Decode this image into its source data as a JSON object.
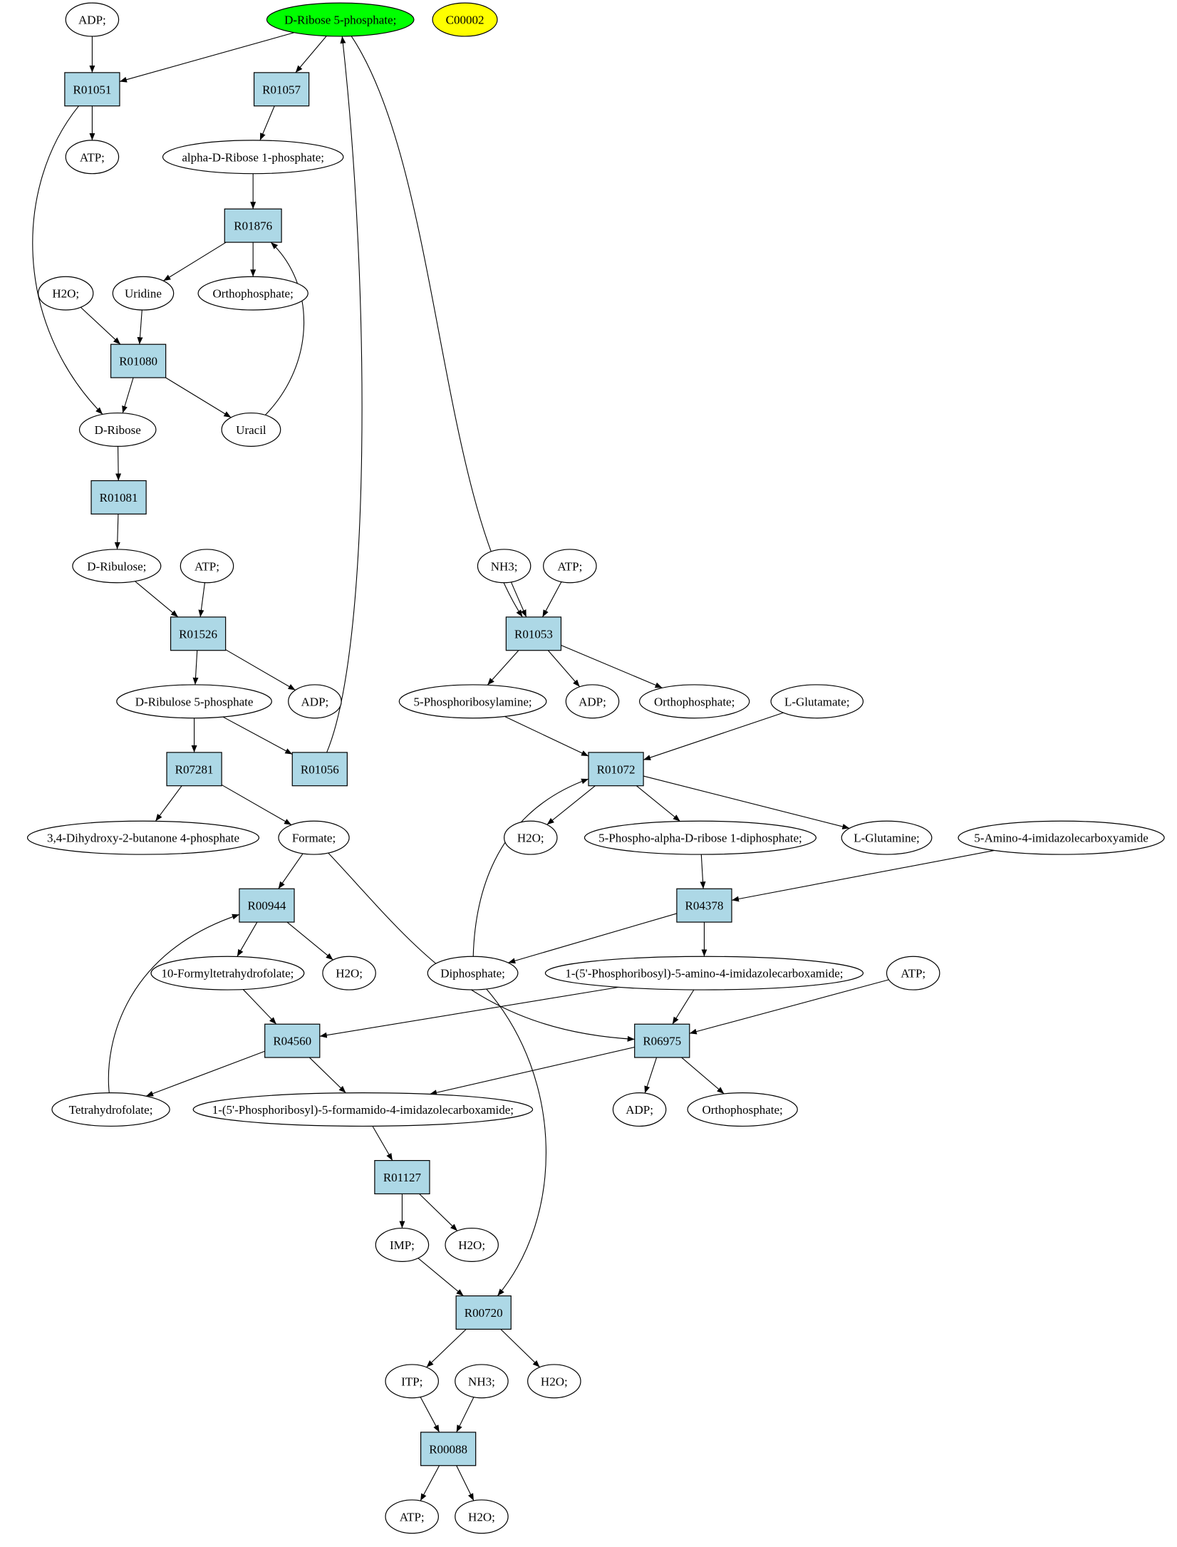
{
  "colors": {
    "highlight": "#00ff00",
    "legend": "#ffff00",
    "reaction": "#add8e6",
    "compound": "#ffffff"
  },
  "nodes": [
    {
      "id": "n_adp_top",
      "label": "ADP;",
      "type": "compound"
    },
    {
      "id": "n_r5p",
      "label": "D-Ribose 5-phosphate;",
      "type": "compound",
      "highlight": true
    },
    {
      "id": "n_c00002",
      "label": "C00002",
      "type": "legend"
    },
    {
      "id": "n_R01051",
      "label": "R01051",
      "type": "reaction"
    },
    {
      "id": "n_R01057",
      "label": "R01057",
      "type": "reaction"
    },
    {
      "id": "n_atp1",
      "label": "ATP;",
      "type": "compound"
    },
    {
      "id": "n_adr1p",
      "label": "alpha-D-Ribose 1-phosphate;",
      "type": "compound"
    },
    {
      "id": "n_R01876",
      "label": "R01876",
      "type": "reaction"
    },
    {
      "id": "n_h2o1",
      "label": "H2O;",
      "type": "compound"
    },
    {
      "id": "n_uridine",
      "label": "Uridine",
      "type": "compound"
    },
    {
      "id": "n_ortho1",
      "label": "Orthophosphate;",
      "type": "compound"
    },
    {
      "id": "n_R01080",
      "label": "R01080",
      "type": "reaction"
    },
    {
      "id": "n_dribose",
      "label": "D-Ribose",
      "type": "compound"
    },
    {
      "id": "n_uracil",
      "label": "Uracil",
      "type": "compound"
    },
    {
      "id": "n_R01081",
      "label": "R01081",
      "type": "reaction"
    },
    {
      "id": "n_dribulose",
      "label": "D-Ribulose;",
      "type": "compound"
    },
    {
      "id": "n_atp2",
      "label": "ATP;",
      "type": "compound"
    },
    {
      "id": "n_nh3a",
      "label": "NH3;",
      "type": "compound"
    },
    {
      "id": "n_atp3",
      "label": "ATP;",
      "type": "compound"
    },
    {
      "id": "n_R01526",
      "label": "R01526",
      "type": "reaction"
    },
    {
      "id": "n_R01053",
      "label": "R01053",
      "type": "reaction"
    },
    {
      "id": "n_dru5p",
      "label": "D-Ribulose 5-phosphate",
      "type": "compound"
    },
    {
      "id": "n_adp2",
      "label": "ADP;",
      "type": "compound"
    },
    {
      "id": "n_5pra",
      "label": "5-Phosphoribosylamine;",
      "type": "compound"
    },
    {
      "id": "n_adp3",
      "label": "ADP;",
      "type": "compound"
    },
    {
      "id": "n_ortho2",
      "label": "Orthophosphate;",
      "type": "compound"
    },
    {
      "id": "n_lglu",
      "label": "L-Glutamate;",
      "type": "compound"
    },
    {
      "id": "n_R07281",
      "label": "R07281",
      "type": "reaction"
    },
    {
      "id": "n_R01056",
      "label": "R01056",
      "type": "reaction"
    },
    {
      "id": "n_R01072",
      "label": "R01072",
      "type": "reaction"
    },
    {
      "id": "n_dhbp",
      "label": "3,4-Dihydroxy-2-butanone 4-phosphate",
      "type": "compound"
    },
    {
      "id": "n_formate",
      "label": "Formate;",
      "type": "compound"
    },
    {
      "id": "n_h2o2",
      "label": "H2O;",
      "type": "compound"
    },
    {
      "id": "n_prpp",
      "label": "5-Phospho-alpha-D-ribose 1-diphosphate;",
      "type": "compound"
    },
    {
      "id": "n_lgln",
      "label": "L-Glutamine;",
      "type": "compound"
    },
    {
      "id": "n_aica",
      "label": "5-Amino-4-imidazolecarboxyamide",
      "type": "compound"
    },
    {
      "id": "n_R00944",
      "label": "R00944",
      "type": "reaction"
    },
    {
      "id": "n_R04378",
      "label": "R04378",
      "type": "reaction"
    },
    {
      "id": "n_10fthf",
      "label": "10-Formyltetrahydrofolate;",
      "type": "compound"
    },
    {
      "id": "n_h2o3",
      "label": "H2O;",
      "type": "compound"
    },
    {
      "id": "n_ppi",
      "label": "Diphosphate;",
      "type": "compound"
    },
    {
      "id": "n_aicar",
      "label": "1-(5'-Phosphoribosyl)-5-amino-4-imidazolecarboxamide;",
      "type": "compound"
    },
    {
      "id": "n_atp4",
      "label": "ATP;",
      "type": "compound"
    },
    {
      "id": "n_R04560",
      "label": "R04560",
      "type": "reaction"
    },
    {
      "id": "n_R06975",
      "label": "R06975",
      "type": "reaction"
    },
    {
      "id": "n_thf",
      "label": "Tetrahydrofolate;",
      "type": "compound"
    },
    {
      "id": "n_faicar",
      "label": "1-(5'-Phosphoribosyl)-5-formamido-4-imidazolecarboxamide;",
      "type": "compound"
    },
    {
      "id": "n_adp4",
      "label": "ADP;",
      "type": "compound"
    },
    {
      "id": "n_ortho3",
      "label": "Orthophosphate;",
      "type": "compound"
    },
    {
      "id": "n_R01127",
      "label": "R01127",
      "type": "reaction"
    },
    {
      "id": "n_imp",
      "label": "IMP;",
      "type": "compound"
    },
    {
      "id": "n_h2o4",
      "label": "H2O;",
      "type": "compound"
    },
    {
      "id": "n_R00720",
      "label": "R00720",
      "type": "reaction"
    },
    {
      "id": "n_itp",
      "label": "ITP;",
      "type": "compound"
    },
    {
      "id": "n_nh3b",
      "label": "NH3;",
      "type": "compound"
    },
    {
      "id": "n_h2o5",
      "label": "H2O;",
      "type": "compound"
    },
    {
      "id": "n_R00088",
      "label": "R00088",
      "type": "reaction"
    },
    {
      "id": "n_atp5",
      "label": "ATP;",
      "type": "compound"
    },
    {
      "id": "n_h2o6",
      "label": "H2O;",
      "type": "compound"
    }
  ],
  "edges": [
    [
      "n_adp_top",
      "n_R01051"
    ],
    [
      "n_r5p",
      "n_R01051"
    ],
    [
      "n_r5p",
      "n_R01057"
    ],
    [
      "n_r5p",
      "n_R01053"
    ],
    [
      "n_R01051",
      "n_atp1"
    ],
    [
      "n_R01051",
      "n_dribose"
    ],
    [
      "n_R01057",
      "n_adr1p"
    ],
    [
      "n_adr1p",
      "n_R01876"
    ],
    [
      "n_R01876",
      "n_uridine"
    ],
    [
      "n_R01876",
      "n_ortho1"
    ],
    [
      "n_h2o1",
      "n_R01080"
    ],
    [
      "n_uridine",
      "n_R01080"
    ],
    [
      "n_R01080",
      "n_dribose"
    ],
    [
      "n_R01080",
      "n_uracil"
    ],
    [
      "n_uracil",
      "n_R01876"
    ],
    [
      "n_dribose",
      "n_R01081"
    ],
    [
      "n_R01081",
      "n_dribulose"
    ],
    [
      "n_dribulose",
      "n_R01526"
    ],
    [
      "n_atp2",
      "n_R01526"
    ],
    [
      "n_R01526",
      "n_dru5p"
    ],
    [
      "n_R01526",
      "n_adp2"
    ],
    [
      "n_dru5p",
      "n_R07281"
    ],
    [
      "n_dru5p",
      "n_R01056"
    ],
    [
      "n_R01056",
      "n_r5p"
    ],
    [
      "n_R07281",
      "n_dhbp"
    ],
    [
      "n_R07281",
      "n_formate"
    ],
    [
      "n_nh3a",
      "n_R01053"
    ],
    [
      "n_atp3",
      "n_R01053"
    ],
    [
      "n_R01053",
      "n_5pra"
    ],
    [
      "n_R01053",
      "n_adp3"
    ],
    [
      "n_R01053",
      "n_ortho2"
    ],
    [
      "n_5pra",
      "n_R01072"
    ],
    [
      "n_lglu",
      "n_R01072"
    ],
    [
      "n_R01072",
      "n_h2o2"
    ],
    [
      "n_R01072",
      "n_prpp"
    ],
    [
      "n_R01072",
      "n_lgln"
    ],
    [
      "n_ppi",
      "n_R01072"
    ],
    [
      "n_prpp",
      "n_R04378"
    ],
    [
      "n_aica",
      "n_R04378"
    ],
    [
      "n_R04378",
      "n_ppi"
    ],
    [
      "n_R04378",
      "n_aicar"
    ],
    [
      "n_formate",
      "n_R00944"
    ],
    [
      "n_formate",
      "n_R06975"
    ],
    [
      "n_R00944",
      "n_10fthf"
    ],
    [
      "n_R00944",
      "n_h2o3"
    ],
    [
      "n_thf",
      "n_R00944"
    ],
    [
      "n_10fthf",
      "n_R04560"
    ],
    [
      "n_aicar",
      "n_R04560"
    ],
    [
      "n_aicar",
      "n_R06975"
    ],
    [
      "n_atp4",
      "n_R06975"
    ],
    [
      "n_R04560",
      "n_thf"
    ],
    [
      "n_R04560",
      "n_faicar"
    ],
    [
      "n_R06975",
      "n_faicar"
    ],
    [
      "n_R06975",
      "n_adp4"
    ],
    [
      "n_R06975",
      "n_ortho3"
    ],
    [
      "n_faicar",
      "n_R01127"
    ],
    [
      "n_R01127",
      "n_imp"
    ],
    [
      "n_R01127",
      "n_h2o4"
    ],
    [
      "n_imp",
      "n_R00720"
    ],
    [
      "n_ppi",
      "n_R00720"
    ],
    [
      "n_R00720",
      "n_itp"
    ],
    [
      "n_R00720",
      "n_h2o5"
    ],
    [
      "n_itp",
      "n_R00088"
    ],
    [
      "n_nh3b",
      "n_R00088"
    ],
    [
      "n_R00088",
      "n_atp5"
    ],
    [
      "n_R00088",
      "n_h2o6"
    ]
  ]
}
